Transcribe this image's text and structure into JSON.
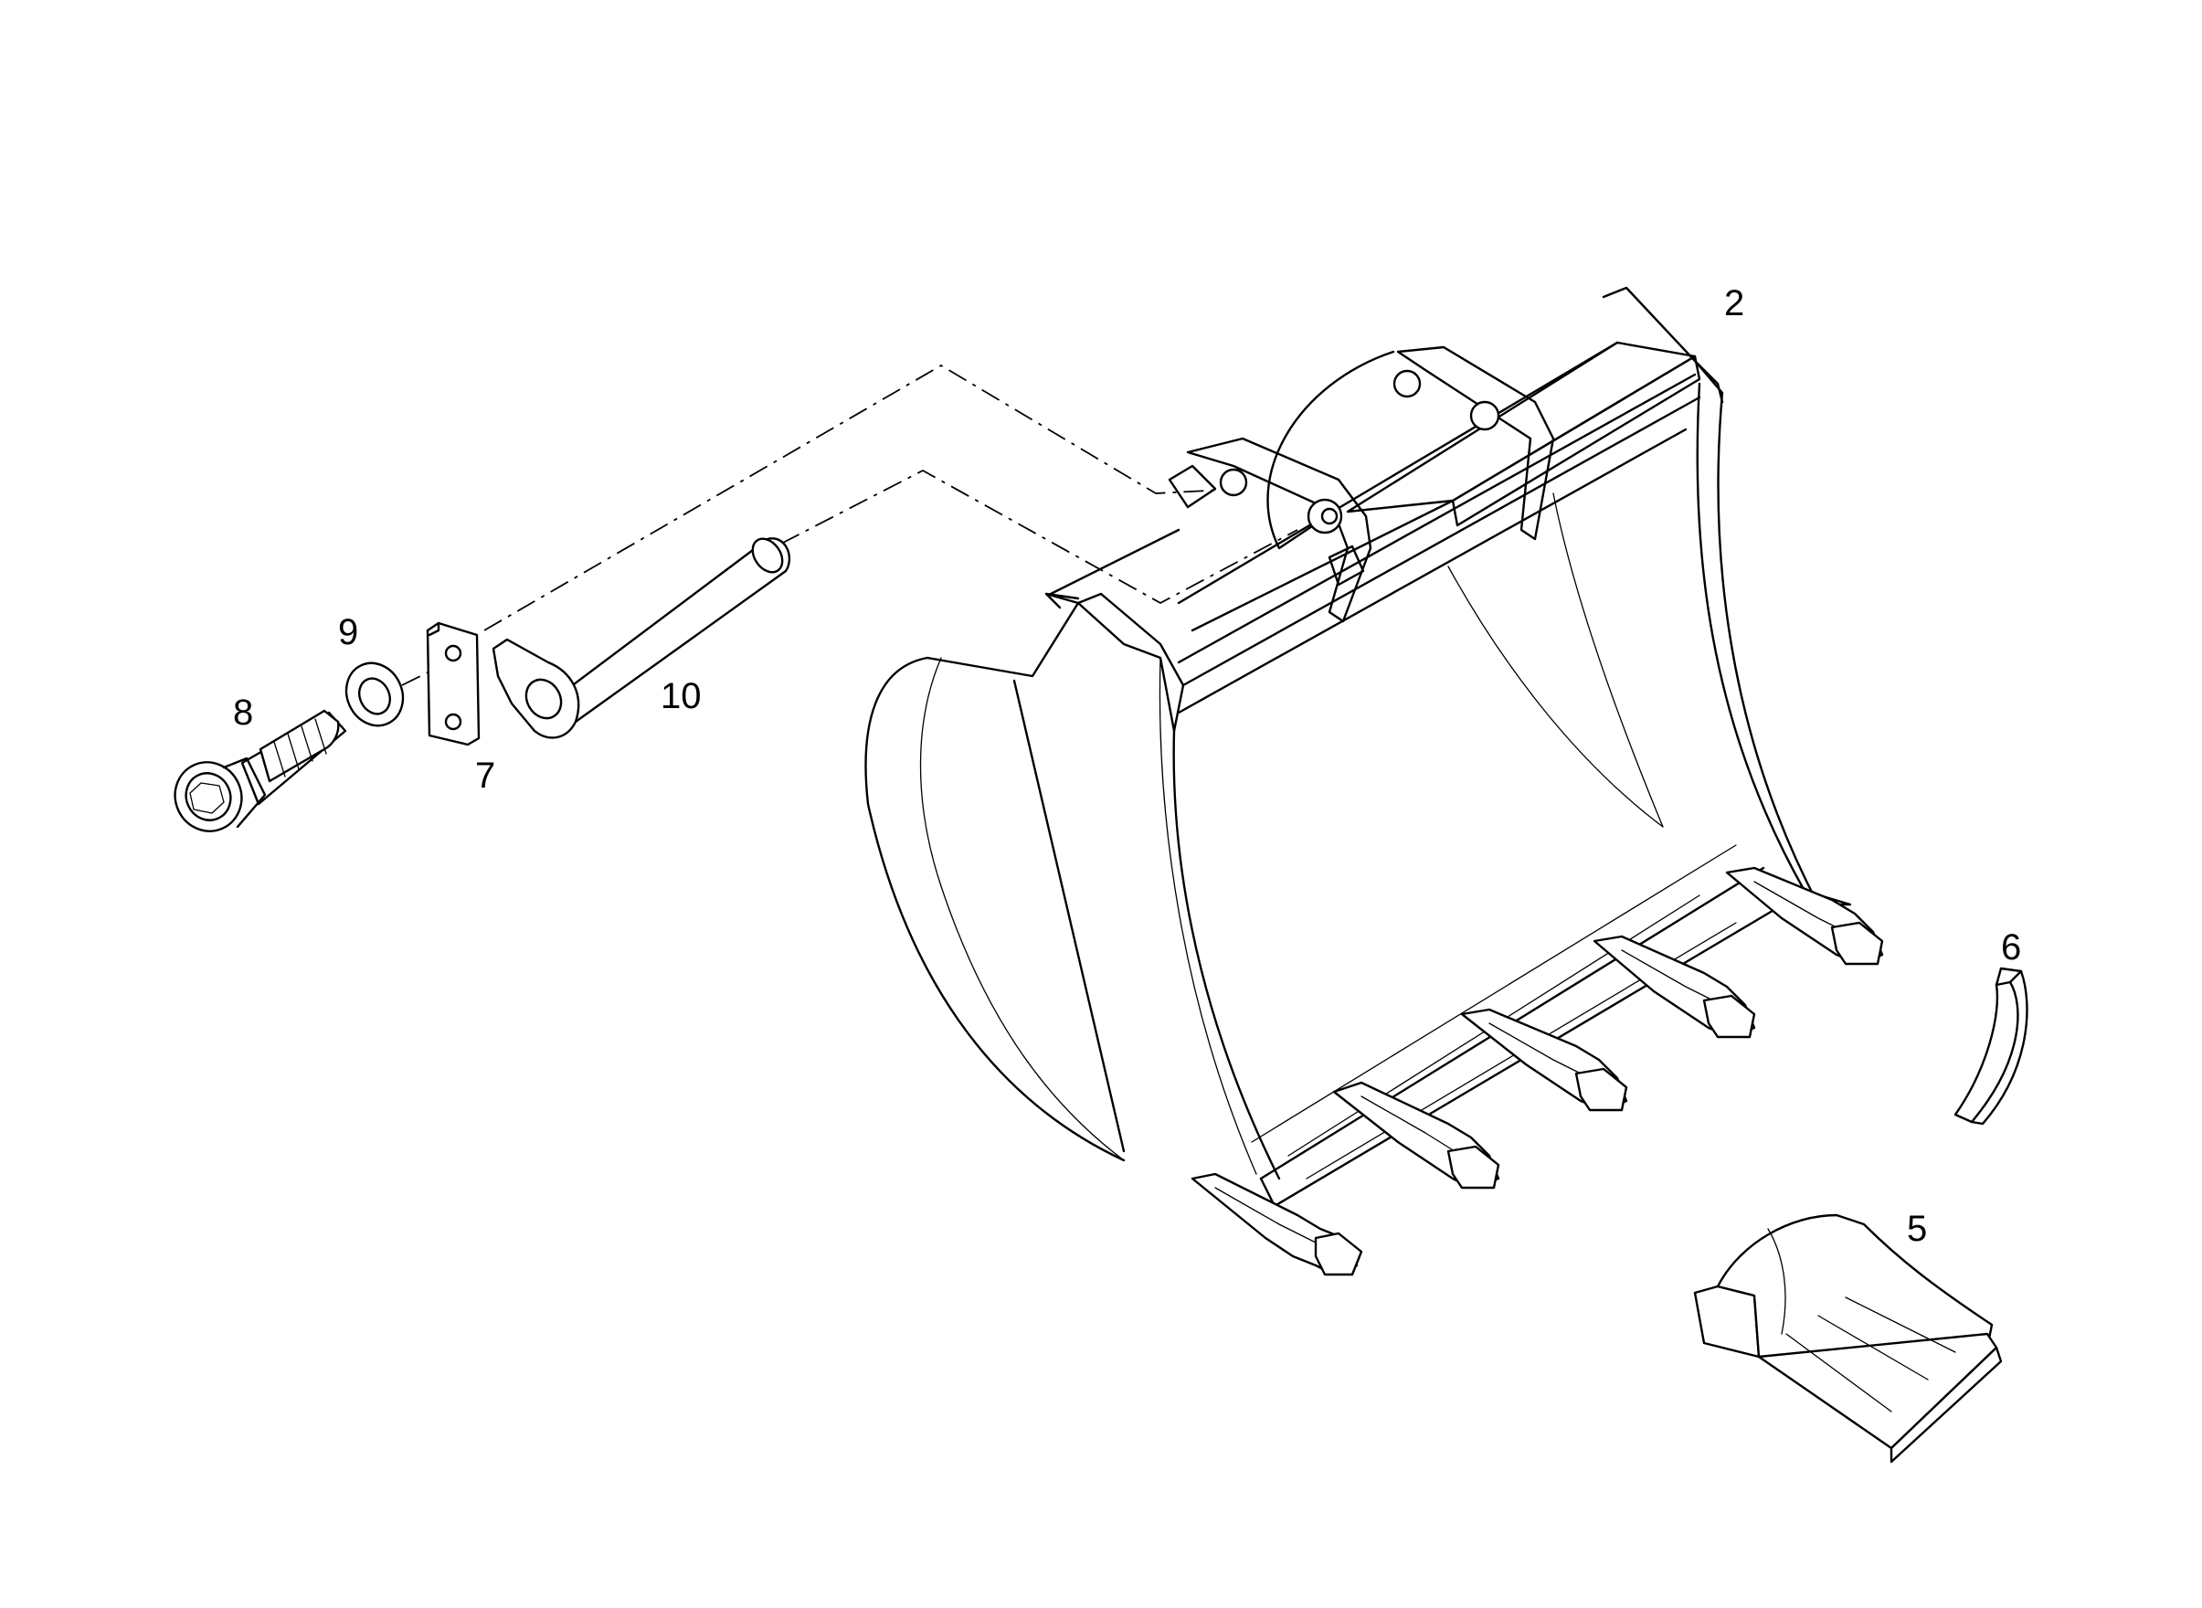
{
  "callouts": {
    "c2": "2",
    "c5": "5",
    "c6": "6",
    "c7": "7",
    "c8": "8",
    "c9": "9",
    "c10": "10"
  },
  "colors": {
    "line": "#000000",
    "background": "#ffffff"
  }
}
